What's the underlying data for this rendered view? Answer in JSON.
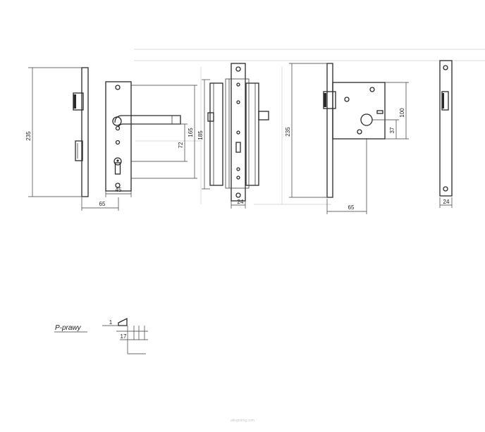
{
  "drawing": {
    "dimensions": {
      "front_lock_height": "235",
      "front_lock_width_45": "45",
      "front_lock_backset": "65",
      "handle_dim_72": "72",
      "handle_dim_165": "165",
      "plate_height_185": "185",
      "side_width_24": "24",
      "right_lock_height": "235",
      "right_dim_100": "100",
      "right_dim_37": "37",
      "right_backset_65": "65",
      "faceplate_width_24": "24",
      "detail_dim_1": "1",
      "detail_dim_17": "17"
    },
    "detail_label": "P-prawy",
    "watermark": "allegroimg.com"
  }
}
